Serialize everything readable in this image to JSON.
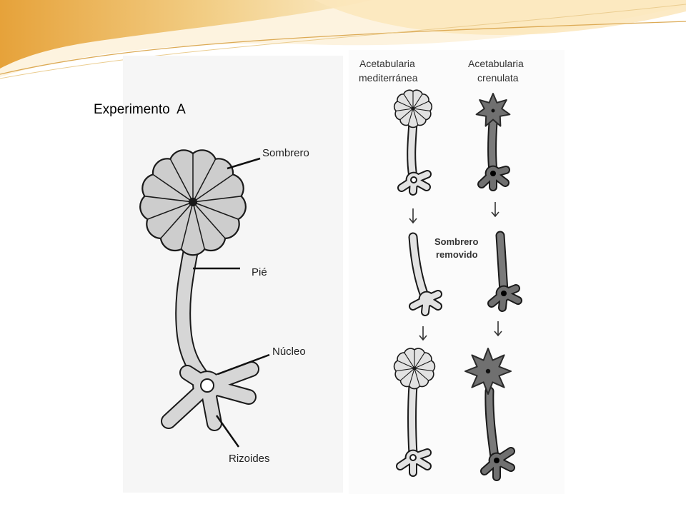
{
  "slide": {
    "title": "Experimento  A"
  },
  "diagram_left": {
    "labels": {
      "cap": "Sombrero",
      "stalk": "Pié",
      "nucleus": "Núcleo",
      "rhizoids": "Rizoides"
    }
  },
  "diagram_right": {
    "columns": [
      {
        "name_line1": "Acetabularia",
        "name_line2": "mediterránea"
      },
      {
        "name_line1": "Acetabularia",
        "name_line2": "crenulata"
      }
    ],
    "annotation": {
      "line1": "Sombrero",
      "line2": "removido"
    }
  },
  "colors": {
    "header_gold": "#e9a53c",
    "header_cream": "#fdf3df",
    "mediterranea_fill": "#e2e2e2",
    "crenulata_fill": "#707070",
    "outline": "#1a1a1a"
  }
}
